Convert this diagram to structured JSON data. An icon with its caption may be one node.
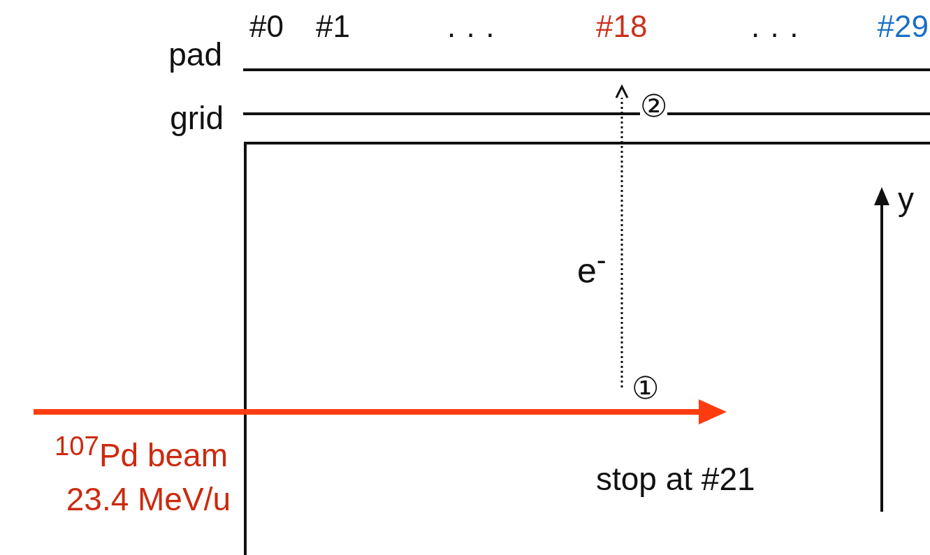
{
  "diagram": {
    "labels": [
      "#0",
      "#1",
      "...",
      "#18",
      "...",
      "#29",
      "pad",
      "grid",
      "②",
      "e$^{-}$",
      "①",
      "$^{107}$Pd beam",
      "23.4 MeV/u",
      "stop at #21",
      "y"
    ]
  }
}
